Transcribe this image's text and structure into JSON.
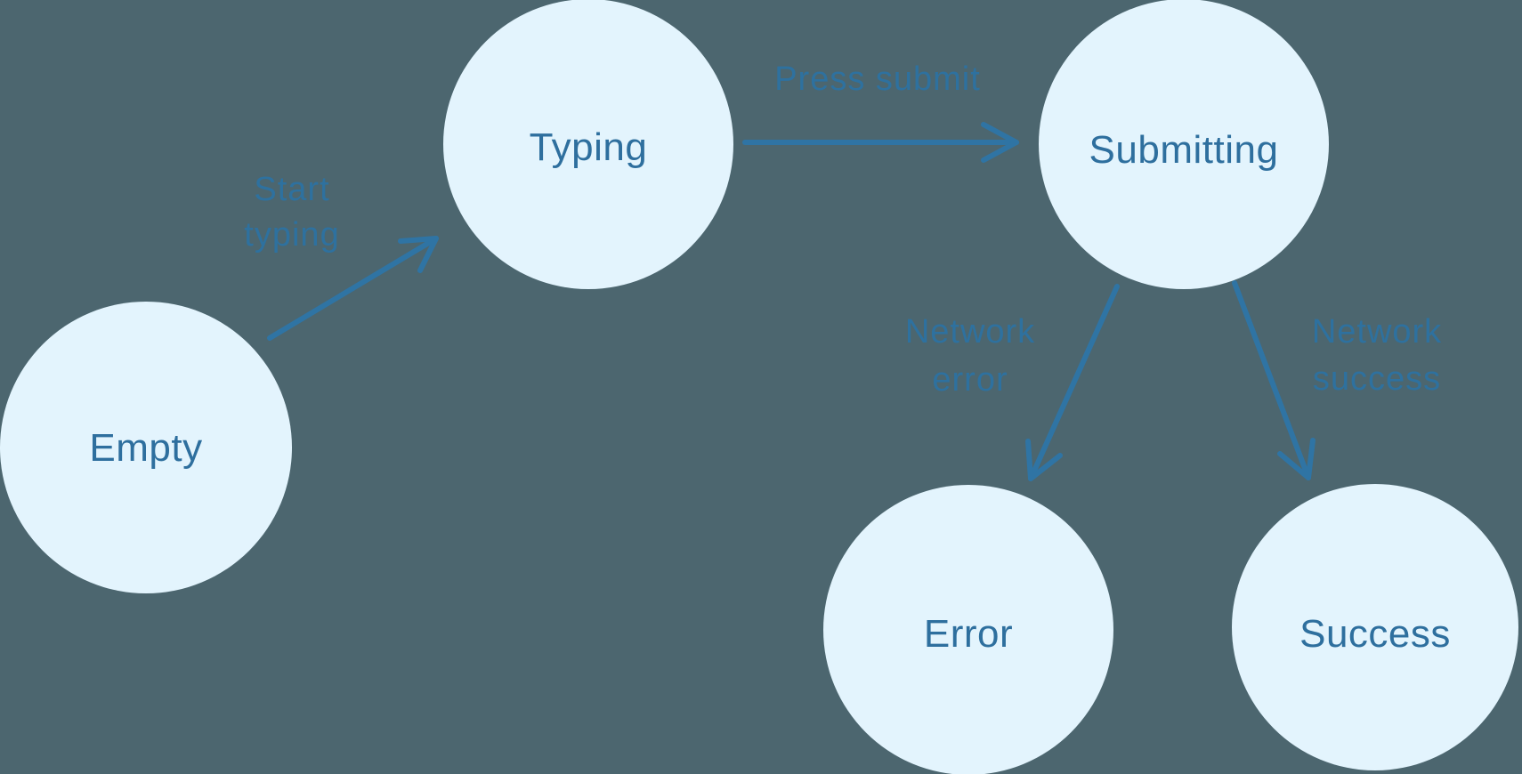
{
  "diagram": {
    "type": "state-machine-flow",
    "colors": {
      "background": "#4c666f",
      "node_fill": "#e3f4fd",
      "node_text": "#2e6f9e",
      "arrow": "#2f74a4",
      "edge_label": "#2e719f"
    },
    "states": [
      {
        "id": "empty",
        "label": "Empty"
      },
      {
        "id": "typing",
        "label": "Typing"
      },
      {
        "id": "submitting",
        "label": "Submitting"
      },
      {
        "id": "error",
        "label": "Error"
      },
      {
        "id": "success",
        "label": "Success"
      }
    ],
    "transitions": [
      {
        "from": "empty",
        "to": "typing",
        "label": "Start typing",
        "label_lines": [
          "Start",
          "typing"
        ]
      },
      {
        "from": "typing",
        "to": "submitting",
        "label": "Press submit",
        "label_lines": [
          "Press submit"
        ]
      },
      {
        "from": "submitting",
        "to": "error",
        "label": "Network error",
        "label_lines": [
          "Network",
          "error"
        ]
      },
      {
        "from": "submitting",
        "to": "success",
        "label": "Network success",
        "label_lines": [
          "Network",
          "success"
        ]
      }
    ]
  }
}
